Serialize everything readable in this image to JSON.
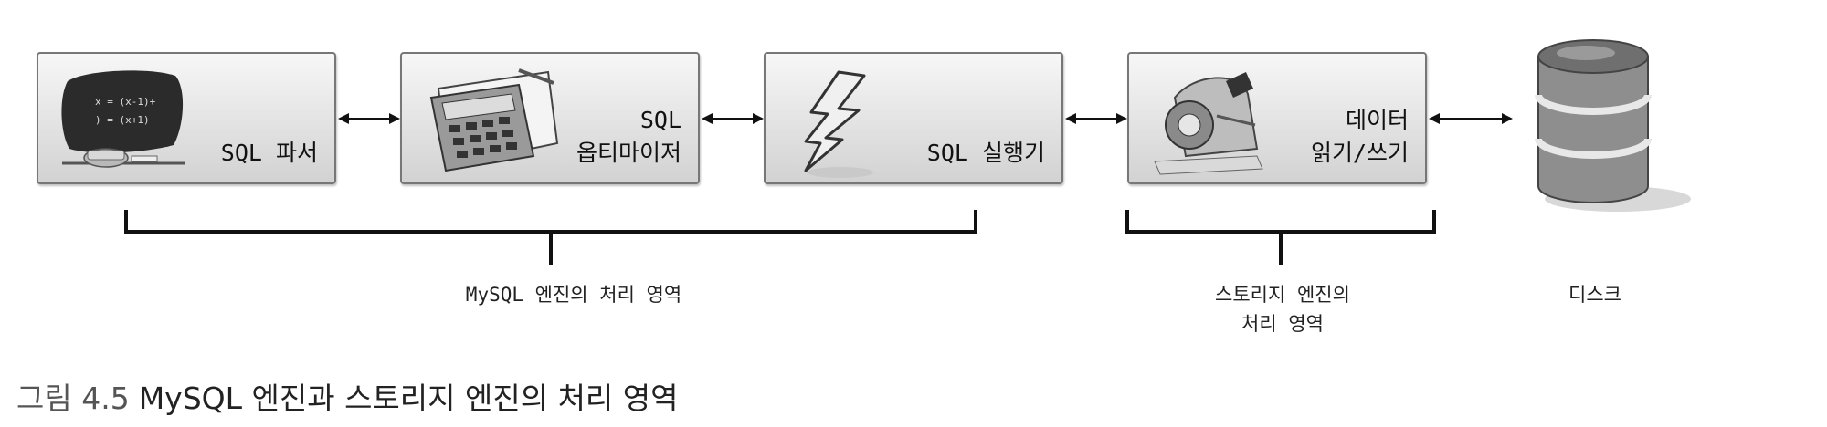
{
  "boxes": {
    "parser": "SQL 파서",
    "optimizer": "SQL\n옵티마이저",
    "executor": "SQL 실행기",
    "storage_io": "데이터\n읽기/쓰기"
  },
  "disk_label": "디스크",
  "regions": {
    "mysql_engine": "MySQL 엔진의 처리 영역",
    "storage_engine": "스토리지 엔진의\n처리 영역"
  },
  "caption": {
    "number": "그림 4.5",
    "text": "MySQL 엔진과 스토리지 엔진의 처리 영역"
  },
  "illustration": {
    "parser_blackboard_lines": [
      "x = (x-1)+",
      ") = (x+1)"
    ]
  },
  "icons": [
    "blackboard-icon",
    "calculator-icon",
    "lightning-icon",
    "tape-dispenser-icon",
    "disk-cylinder-icon"
  ]
}
